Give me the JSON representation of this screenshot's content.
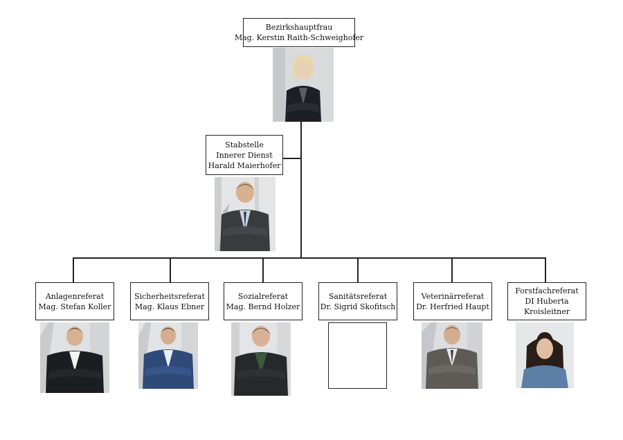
{
  "top": {
    "title": "Bezirkshauptfrau",
    "name": "Mag. Kerstin Raith-Schweighofer"
  },
  "staff": {
    "line1": "Stabstelle",
    "line2": "Innerer Dienst",
    "line3": "Harald Maierhofer"
  },
  "departments": [
    {
      "line1": "Anlagenreferat",
      "line2": "Mag. Stefan Koller",
      "line3": ""
    },
    {
      "line1": "Sicherheitsreferat",
      "line2": "Mag. Klaus Ebner",
      "line3": ""
    },
    {
      "line1": "Sozialreferat",
      "line2": "Mag. Bernd Holzer",
      "line3": ""
    },
    {
      "line1": "Sanitätsreferat",
      "line2": "Dr. Sigrid Skofitsch",
      "line3": ""
    },
    {
      "line1": "Veterinärreferat",
      "line2": "Dr. Herfried Haupt",
      "line3": ""
    },
    {
      "line1": "Forstfachreferat",
      "line2": "DI Huberta",
      "line3": "Kroisleitner"
    }
  ]
}
